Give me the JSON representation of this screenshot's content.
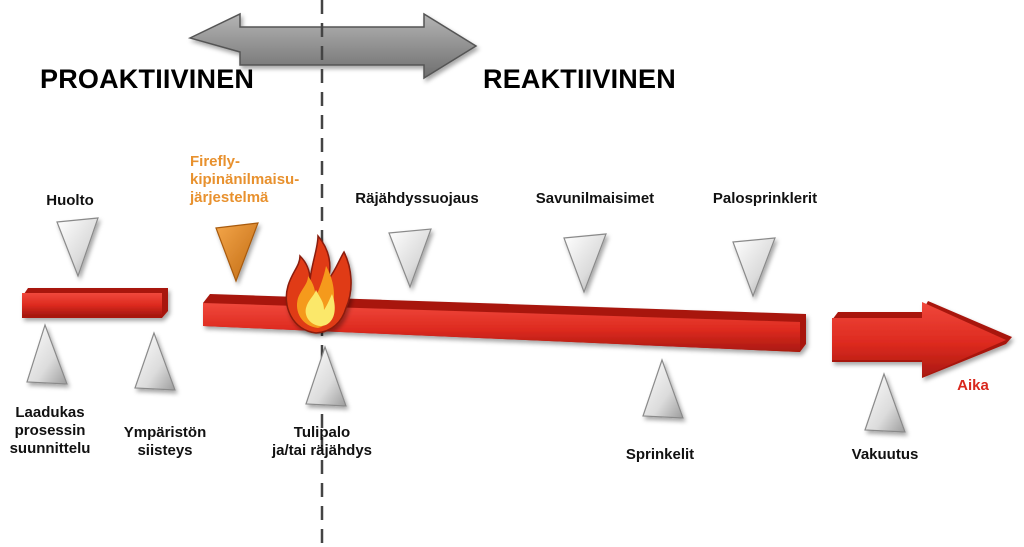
{
  "headings": {
    "proactive": "PROAKTIIVINEN",
    "reactive": "REAKTIIVINEN"
  },
  "labels_above": {
    "maintenance": "Huolto",
    "firefly": "Firefly-\nkipinänilmaisu-\njärjestelmä",
    "explosion_protection": "Räjähdyssuojaus",
    "smoke_detectors": "Savunilmaisimet",
    "fire_sprinklers": "Palosprinklerit"
  },
  "labels_below": {
    "quality_design": "Laadukas\nprosessin\nsuunnittelu",
    "housekeeping": "Ympäristön\nsiisteys",
    "fire_explosion": "Tulipalo\nja/tai räjähdys",
    "sprinklers": "Sprinkelit",
    "insurance": "Vakuutus"
  },
  "time_label": "Aika",
  "colors": {
    "timeline_red": "#e02b20",
    "timeline_dark": "#a81810",
    "firefly_orange": "#e8912e",
    "time_label_red": "#d9281e",
    "marker_light": "#f2f2f2",
    "marker_shade": "#a8a8a8",
    "arrow_gray": "#8c8c8c",
    "divider": "#444444"
  },
  "icons": {
    "event": "fire-icon",
    "range": "double-arrow-icon",
    "direction": "timeline-arrow-icon"
  }
}
